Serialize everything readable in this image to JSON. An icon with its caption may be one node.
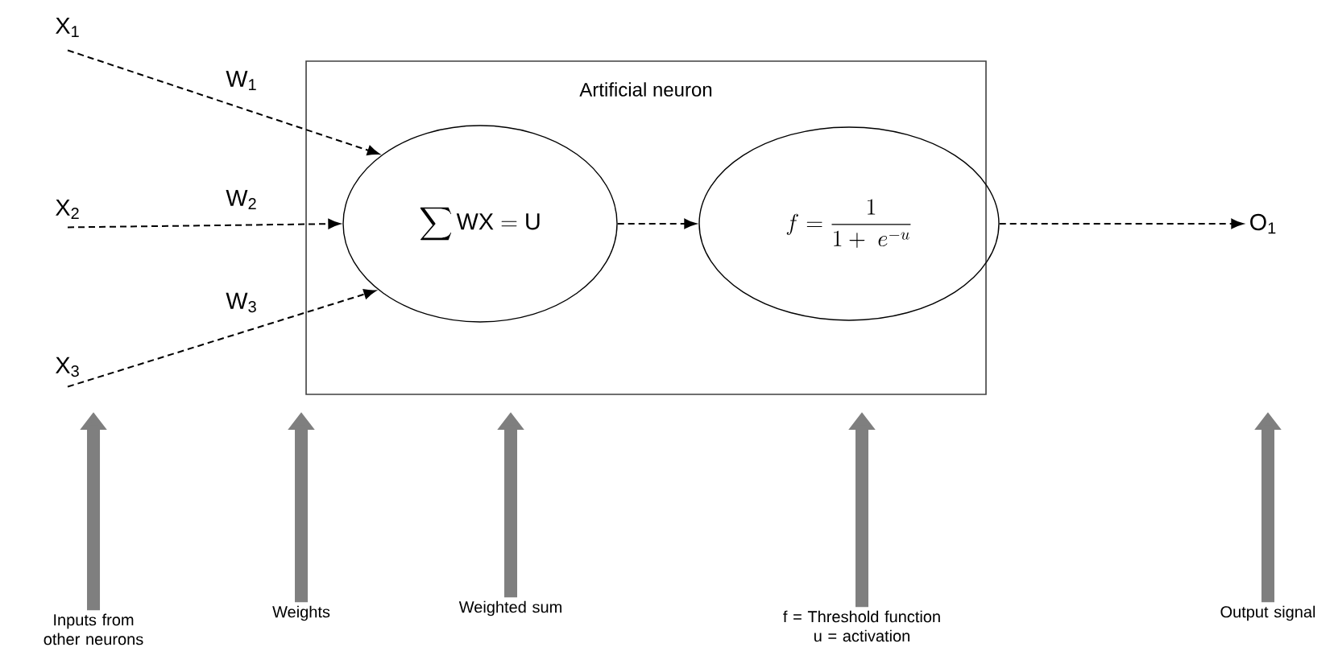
{
  "diagram": {
    "nodes": [
      {
        "text": [
          "Artificial neuron"
        ]
      },
      {
        "text": [
          "\\sum \\mathrm{WX} = \\mathrm{U}"
        ],
        "in": 0
      },
      {
        "text": [
          "f = \\frac{1}{1+\\ e^{-u}}"
        ],
        "in": 0
      },
      {
        "text": [
          "X$_{1}$"
        ]
      },
      {
        "text": [
          "X$_{2}$"
        ]
      },
      {
        "text": [
          "X$_{3}$"
        ]
      },
      {
        "text": [
          "O$_{1}$"
        ]
      },
      {
        "text": [
          "Inputs from other neurons"
        ]
      },
      {
        "text": [
          "Weights"
        ]
      },
      {
        "text": [
          "Weighted sum"
        ]
      },
      {
        "text": [
          "f = Threshold function",
          "u = activation"
        ]
      },
      {
        "text": [
          "Output signal"
        ]
      }
    ],
    "edges": [
      {
        "from": 3,
        "to": 1,
        "arrow": "to",
        "style": "dashed",
        "label": "W$_{1}$"
      },
      {
        "from": 4,
        "to": 1,
        "arrow": "to",
        "style": "dashed",
        "label": "W$_{2}$"
      },
      {
        "from": 5,
        "to": 1,
        "arrow": "to",
        "style": "dashed",
        "label": "W$_{3}$"
      },
      {
        "from": 1,
        "to": 2,
        "arrow": "to",
        "style": "dashed"
      },
      {
        "from": 2,
        "to": 6,
        "arrow": "to",
        "style": "dashed"
      },
      {
        "from": 7,
        "to": null,
        "arrow": "to",
        "style": "thick",
        "color": "#7f7f7f"
      },
      {
        "from": 8,
        "to": null,
        "arrow": "to",
        "style": "thick",
        "color": "#7f7f7f"
      },
      {
        "from": 9,
        "to": null,
        "arrow": "to",
        "style": "thick",
        "color": "#7f7f7f"
      },
      {
        "from": 10,
        "to": null,
        "arrow": "to",
        "style": "thick",
        "color": "#7f7f7f"
      },
      {
        "from": 11,
        "to": null,
        "arrow": "to",
        "style": "thick",
        "color": "#7f7f7f"
      }
    ]
  }
}
